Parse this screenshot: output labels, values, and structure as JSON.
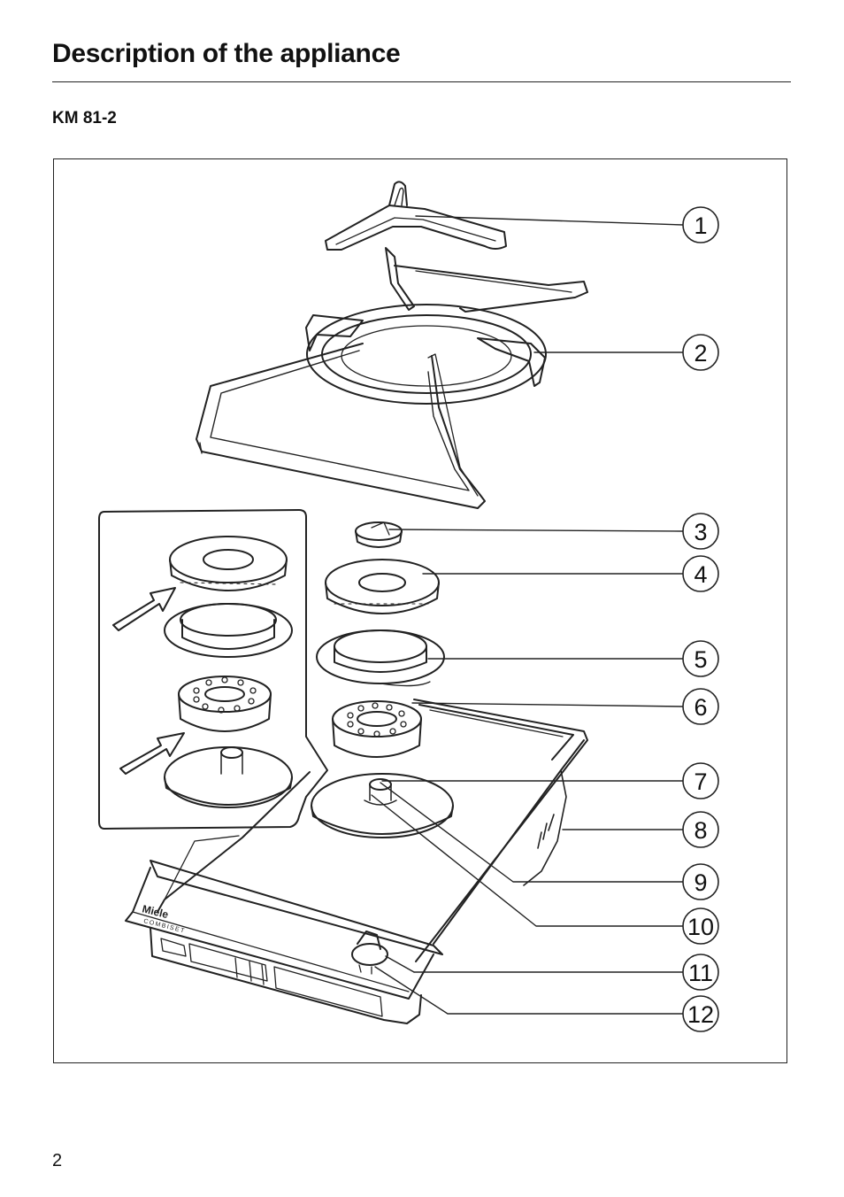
{
  "header": {
    "title": "Description of the appliance",
    "model": "KM 81-2"
  },
  "figure": {
    "callouts": [
      "1",
      "2",
      "3",
      "4",
      "5",
      "6",
      "7",
      "8",
      "9",
      "10",
      "11",
      "12"
    ],
    "brand_text": "Miele",
    "brand_sub": "COMBISET"
  },
  "footer": {
    "page_number": "2"
  }
}
